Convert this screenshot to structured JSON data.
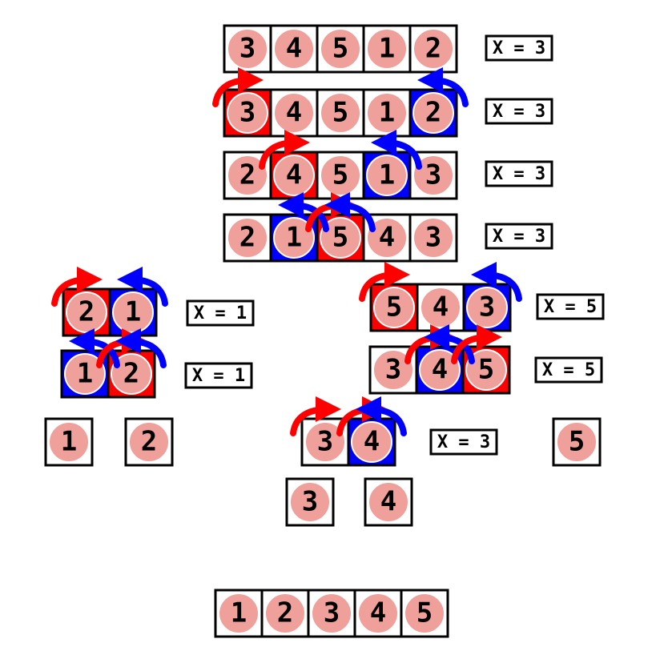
{
  "colors": {
    "circle_fill": "#f0a09a",
    "circle_stroke": "#ffffff",
    "cell_border": "#000000",
    "pivot_red": "#ff0000",
    "pointer_blue": "#0000ff",
    "text": "#000000",
    "background": "#ffffff"
  },
  "rows": [
    {
      "id": "step-1",
      "cells": [
        "3",
        "4",
        "5",
        "1",
        "2"
      ],
      "highlights": [],
      "arrows": [],
      "label": "X = 3"
    },
    {
      "id": "step-2",
      "cells": [
        "3",
        "4",
        "5",
        "1",
        "2"
      ],
      "highlights": [
        {
          "cell": 0,
          "color": "red"
        },
        {
          "cell": 4,
          "color": "blue"
        }
      ],
      "arrows": [
        {
          "cell": 0,
          "color": "red"
        },
        {
          "cell": 4,
          "color": "blue"
        }
      ],
      "label": "X = 3"
    },
    {
      "id": "step-3",
      "cells": [
        "2",
        "4",
        "5",
        "1",
        "3"
      ],
      "highlights": [
        {
          "cell": 1,
          "color": "red"
        },
        {
          "cell": 3,
          "color": "blue"
        }
      ],
      "arrows": [
        {
          "cell": 1,
          "color": "red"
        },
        {
          "cell": 3,
          "color": "blue"
        }
      ],
      "label": "X = 3"
    },
    {
      "id": "step-4",
      "cells": [
        "2",
        "1",
        "5",
        "4",
        "3"
      ],
      "highlights": [
        {
          "cell": 1,
          "color": "blue"
        },
        {
          "cell": 2,
          "color": "red"
        }
      ],
      "arrows": [
        {
          "cell": 1,
          "color": "blue"
        },
        {
          "cell": 2,
          "color": "red"
        },
        {
          "cell": 2,
          "color": "blue"
        }
      ],
      "label": "X = 3"
    },
    {
      "id": "left-1",
      "cells": [
        "2",
        "1"
      ],
      "highlights": [
        {
          "cell": 0,
          "color": "red"
        },
        {
          "cell": 1,
          "color": "blue"
        }
      ],
      "arrows": [
        {
          "cell": 0,
          "color": "red"
        },
        {
          "cell": 1,
          "color": "blue"
        }
      ],
      "label": "X = 1"
    },
    {
      "id": "left-2",
      "cells": [
        "1",
        "2"
      ],
      "highlights": [
        {
          "cell": 0,
          "color": "blue"
        },
        {
          "cell": 1,
          "color": "red"
        }
      ],
      "arrows": [
        {
          "cell": 0,
          "color": "blue"
        },
        {
          "cell": 1,
          "color": "red"
        },
        {
          "cell": 1,
          "color": "blue"
        }
      ],
      "label": "X = 1"
    },
    {
      "id": "right-1",
      "cells": [
        "5",
        "4",
        "3"
      ],
      "highlights": [
        {
          "cell": 0,
          "color": "red"
        },
        {
          "cell": 2,
          "color": "blue"
        }
      ],
      "arrows": [
        {
          "cell": 0,
          "color": "red"
        },
        {
          "cell": 2,
          "color": "blue"
        }
      ],
      "label": "X = 5"
    },
    {
      "id": "right-2",
      "cells": [
        "3",
        "4",
        "5"
      ],
      "highlights": [
        {
          "cell": 1,
          "color": "blue"
        },
        {
          "cell": 2,
          "color": "red"
        }
      ],
      "arrows": [
        {
          "cell": 1,
          "color": "red"
        },
        {
          "cell": 1,
          "color": "blue"
        },
        {
          "cell": 2,
          "color": "red"
        }
      ],
      "label": "X = 5"
    },
    {
      "id": "mid-1",
      "cells": [
        "3",
        "4"
      ],
      "highlights": [
        {
          "cell": 1,
          "color": "blue"
        }
      ],
      "arrows": [
        {
          "cell": 0,
          "color": "red"
        },
        {
          "cell": 1,
          "color": "red"
        },
        {
          "cell": 1,
          "color": "blue"
        }
      ],
      "label": "X = 3"
    },
    {
      "id": "single-1",
      "cells": [
        "1"
      ],
      "highlights": [],
      "arrows": [],
      "label": ""
    },
    {
      "id": "single-2",
      "cells": [
        "2"
      ],
      "highlights": [],
      "arrows": [],
      "label": ""
    },
    {
      "id": "single-5",
      "cells": [
        "5"
      ],
      "highlights": [],
      "arrows": [],
      "label": ""
    },
    {
      "id": "single-3",
      "cells": [
        "3"
      ],
      "highlights": [],
      "arrows": [],
      "label": ""
    },
    {
      "id": "single-4",
      "cells": [
        "4"
      ],
      "highlights": [],
      "arrows": [],
      "label": ""
    },
    {
      "id": "final",
      "cells": [
        "1",
        "2",
        "3",
        "4",
        "5"
      ],
      "highlights": [],
      "arrows": [],
      "label": ""
    }
  ]
}
